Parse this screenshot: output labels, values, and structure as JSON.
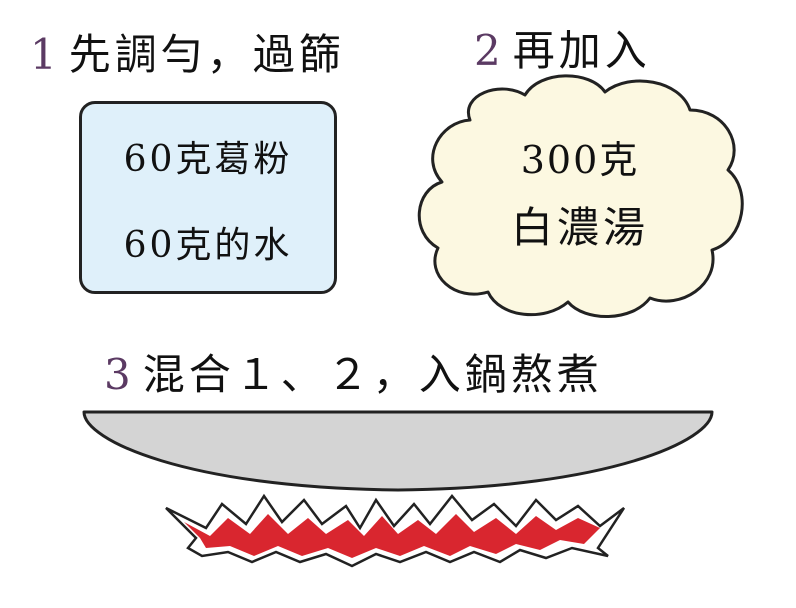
{
  "steps": [
    {
      "number": "1",
      "text": "先調勻，過篩"
    },
    {
      "number": "2",
      "text": "再加入"
    },
    {
      "number": "3",
      "text": "混合１、２，入鍋熬煮"
    }
  ],
  "ingredient_box": {
    "line1": "60克葛粉",
    "line2": "60克的水"
  },
  "cloud": {
    "line1": "300克",
    "line2": "白濃湯"
  },
  "colors": {
    "step_number": "#5b3a63",
    "box_fill": "#dff0fa",
    "cloud_fill": "#fcf8e1",
    "pot_fill": "#d4d4d4",
    "flame": "#d9262f"
  }
}
